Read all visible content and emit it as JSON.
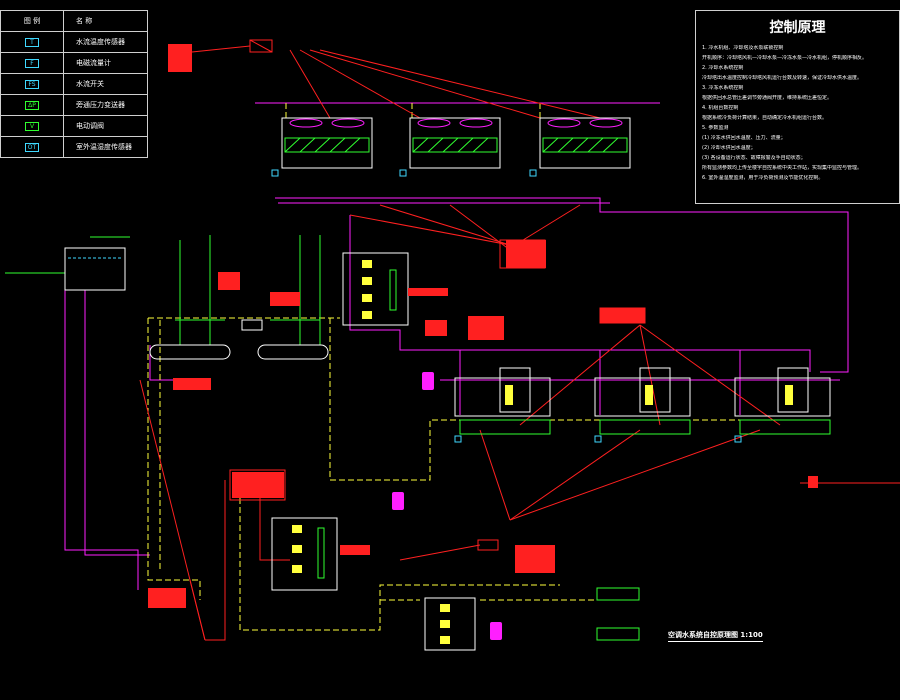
{
  "legend": {
    "header": {
      "col1": "图 例",
      "col2": "名 称"
    },
    "rows": [
      {
        "symbol": "T",
        "label": "水流温度传感器",
        "icon": "temperature-sensor-icon"
      },
      {
        "symbol": "F",
        "label": "电磁流量计",
        "icon": "flow-meter-icon"
      },
      {
        "symbol": "FS",
        "label": "水流开关",
        "icon": "flow-switch-icon"
      },
      {
        "symbol": "ΔP",
        "label": "旁通压力变送器",
        "icon": "pressure-transmitter-icon"
      },
      {
        "symbol": "V",
        "label": "电动调阀",
        "icon": "motorized-valve-icon"
      },
      {
        "symbol": "OT",
        "label": "室外温湿度传感器",
        "icon": "outdoor-sensor-icon"
      }
    ]
  },
  "notes": {
    "title": "控制原理",
    "lines": [
      "1. 冷水机组、冷却塔及水泵联锁控制",
      "开机顺序：冷却塔风机—冷却水泵—冷冻水泵—冷水机组，停机顺序相反。",
      "2. 冷却水系统控制",
      "冷却塔出水温度控制冷却塔风机运行台数及转速，保证冷却水供水温度。",
      "3. 冷冻水系统控制",
      "根据供回水总管压差调节旁通阀开度，维持系统压差恒定。",
      "4. 机组台数控制",
      "根据系统冷负荷计算结果，自动确定冷水机组运行台数。",
      "5. 参数监测",
      "(1) 冷冻水供回水温度、压力、流量；",
      "(2) 冷却水供回水温度；",
      "(3) 各设备运行状态、故障报警及手自动状态；",
      "所有监测参数均上传至楼宇自控系统中央工作站，实现集中监控与管理。",
      "6. 室外温湿度监测，用于冷负荷预测及节能优化控制。"
    ]
  },
  "drawing_title": "空调水系统自控原理图 1:100",
  "colors": {
    "magenta": "#ff1fff",
    "yellow": "#ffff3c",
    "red": "#ff2020",
    "green": "#30ff30",
    "white": "#ffffff",
    "cyan": "#3fd9ff"
  }
}
